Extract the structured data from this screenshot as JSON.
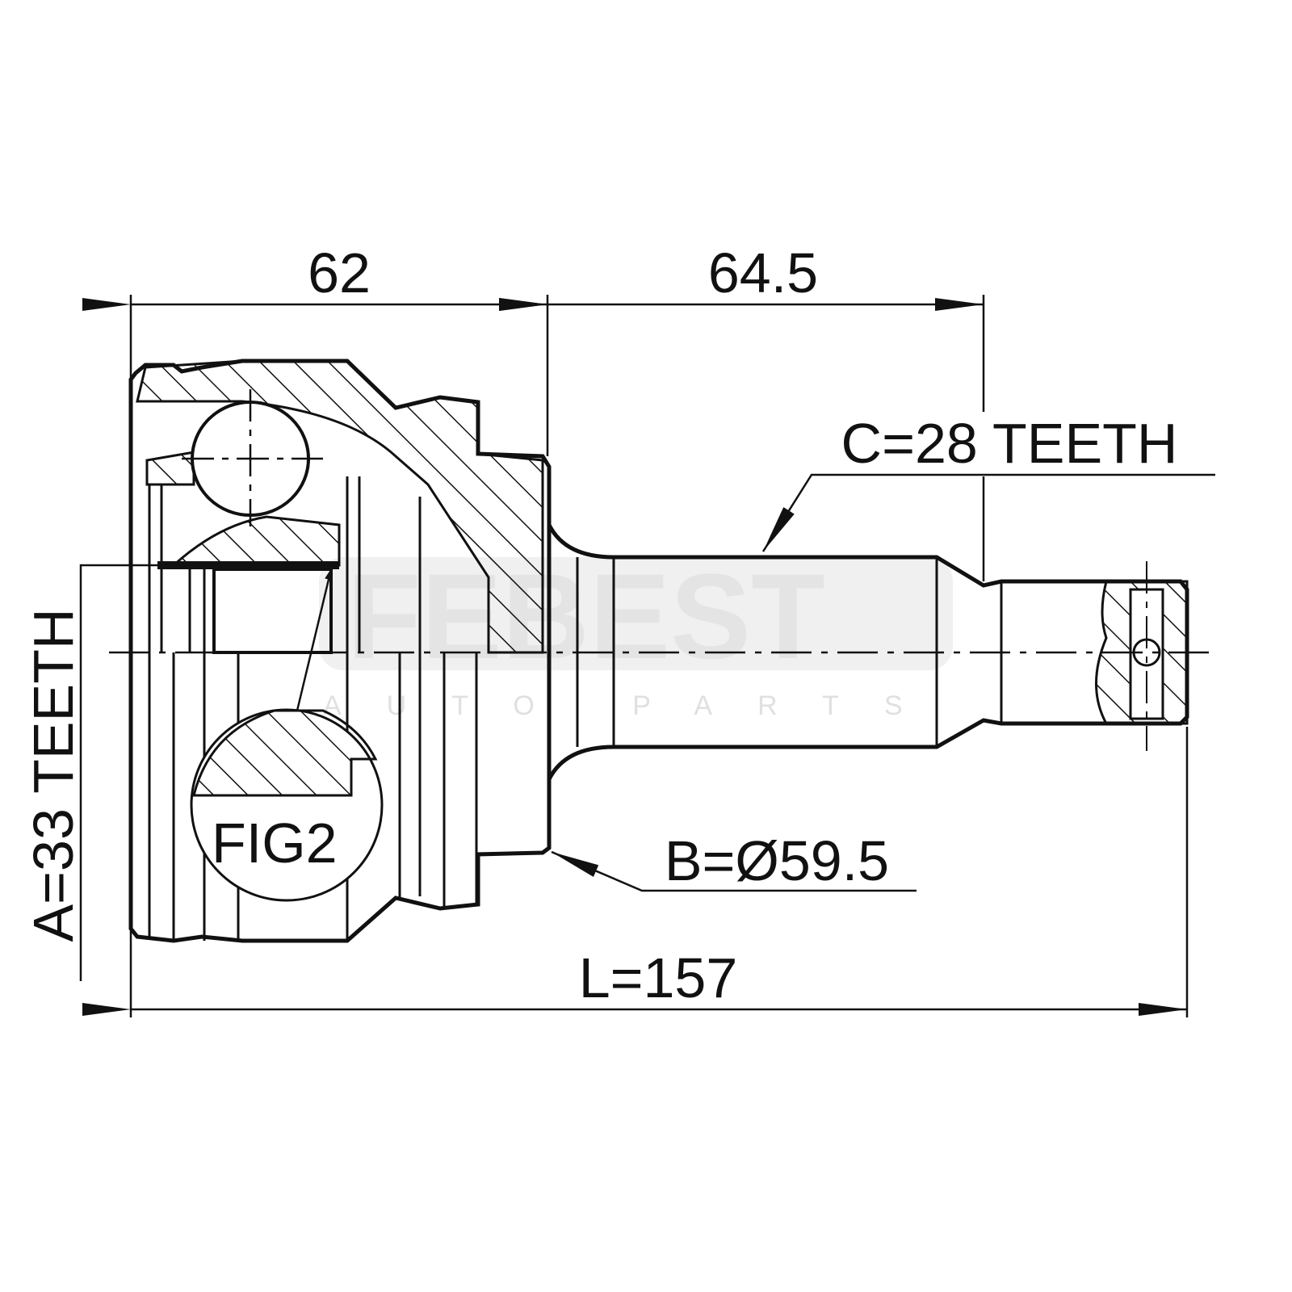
{
  "drawing": {
    "dim_top_left": "62",
    "dim_top_right": "64.5",
    "dim_overall": "L=157",
    "label_a": "A=33 TEETH",
    "label_b": "B=Ø59.5",
    "label_c": "C=28 TEETH",
    "detail_label": "FIG2"
  },
  "watermark": {
    "brand": "FEBEST",
    "tagline": "AUTO PARTS"
  },
  "colors": {
    "line": "#111111",
    "watermark": "#e4e4e4"
  }
}
